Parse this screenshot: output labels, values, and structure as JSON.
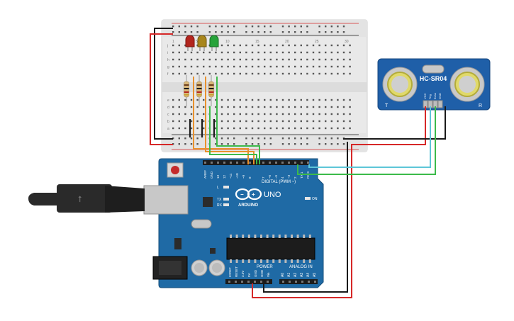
{
  "breadboard": {
    "rows_top": [
      "j",
      "i",
      "h",
      "g",
      "f"
    ],
    "rows_bottom": [
      "e",
      "d",
      "c",
      "b",
      "a"
    ],
    "col_labels": [
      "1",
      "5",
      "10",
      "15",
      "20",
      "25",
      "30"
    ]
  },
  "leds": [
    {
      "name": "red-led",
      "color": "#b3261e"
    },
    {
      "name": "yellow-led",
      "color": "#a8861c"
    },
    {
      "name": "green-led",
      "color": "#27a33a"
    }
  ],
  "sensor": {
    "model": "HC-SR04",
    "pins": [
      "VCC",
      "Trig",
      "Echo",
      "GND"
    ],
    "left_mark": "T",
    "right_mark": "R"
  },
  "arduino": {
    "brand": "ARDUINO",
    "model": "UNO",
    "digital_label": "DIGITAL (PWM ~)",
    "power_label": "POWER",
    "analog_label": "ANALOG IN",
    "on_label": "ON",
    "led_labels": [
      "L",
      "TX",
      "RX"
    ],
    "digital_pins": [
      "AREF",
      "GND",
      "13",
      "12",
      "~11",
      "~10",
      "~9",
      "8",
      "7",
      "~6",
      "~5",
      "4",
      "~3",
      "2",
      "TX 1",
      "RX 0"
    ],
    "power_pins": [
      "IOREF",
      "RESET",
      "3.3V",
      "5V",
      "GND",
      "GND",
      "Vin"
    ],
    "analog_pins": [
      "A0",
      "A1",
      "A2",
      "A3",
      "A4",
      "A5"
    ]
  },
  "colors": {
    "board_blue": "#1f6aa5",
    "wire_red": "#d62828",
    "wire_black": "#1a1a1a",
    "wire_green": "#3cba4a",
    "wire_cyan": "#5ec6d8",
    "wire_orange": "#e8912d"
  }
}
